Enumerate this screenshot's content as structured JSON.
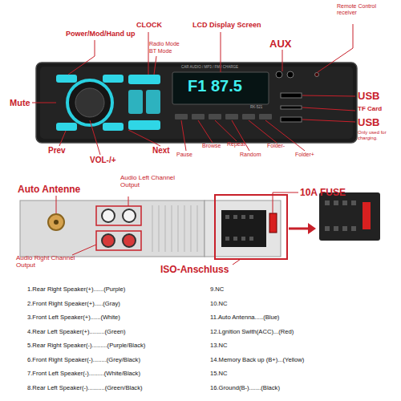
{
  "diagram": {
    "labels": [
      "Power/Mod/Hand up",
      "CLOCK",
      "LCD Display Screen",
      "Remote Control receiver",
      "Radio Mode",
      "BT Mode",
      "AUX",
      "CAR AUDIO / MP3 / FM / CHARGE",
      "F1 87.5",
      "RK-521",
      "Mute",
      "USB",
      "TF Card",
      "USB",
      "Only used for charging.",
      "Prev",
      "Next",
      "VOL-/+",
      "Pause",
      "Browse",
      "Repeat",
      "Random",
      "Folder-",
      "Folder+",
      "Auto Antenne",
      "Audio Left Channel Output",
      "10A FUSE",
      "Audio Right Channel Output",
      "ISO-Anschluss",
      "1.Rear Right Speaker(+)......(Purple)",
      "2.Front Right Speaker(+).....(Gray)",
      "3.Front Left Speaker(+)......(White)",
      "4.Rear Left Speaker(+).........(Green)",
      "5.Rear Right Speaker(-).........(Purple/Black)",
      "6.Front Right Speaker(-)........(Grey/Black)",
      "7.Front Left Speaker(-).........(White/Black)",
      "8.Rear Left Speaker(-)..........(Green/Black)",
      "9.NC",
      "10.NC",
      "11.Auto Antenna.....(Blue)",
      "12.Lgnition Swith(ACC)...(Red)",
      "13.NC",
      "14.Memory Back up (B+)...(Yellow)",
      "15.NC",
      "16.Ground(B-).......(Black)"
    ]
  }
}
